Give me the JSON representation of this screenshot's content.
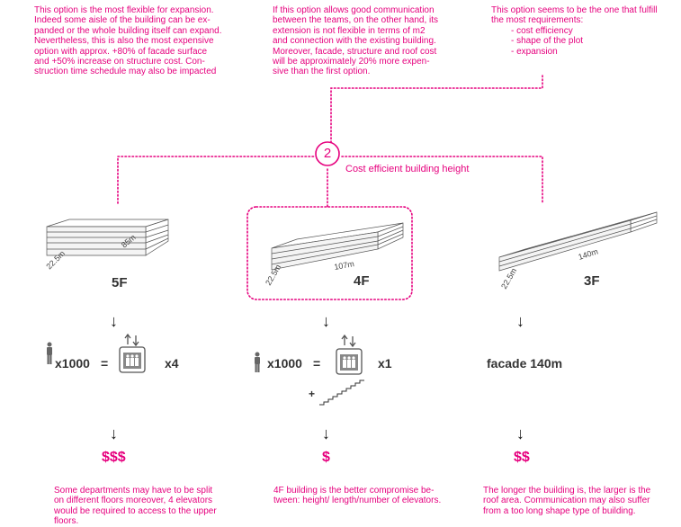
{
  "notes": {
    "top_left": [
      "This option is the most flexible for expansion.",
      "Indeed some aisle of the building can be ex-",
      "panded or the whole building itself can expand.",
      "Nevertheless, this is also the most expensive",
      "option with approx. +80% of facade surface",
      "and +50% increase on structure cost. Con-",
      "struction time schedule may also be impacted"
    ],
    "top_middle": [
      "If this option allows good communication",
      "between the teams, on the other hand, its",
      "extension is not flexible in terms of m2",
      "and connection with the existing building.",
      "Moreover, facade, structure and roof cost",
      "will be approximately 20% more expen-",
      "sive than the first option."
    ],
    "top_right_intro": [
      "This option seems to be the one that fulfill",
      "the most requirements:"
    ],
    "top_right_list": [
      "cost efficiency",
      "shape of the plot",
      "expansion"
    ]
  },
  "center": {
    "number": "2",
    "title": "Cost efficient building height"
  },
  "options": [
    {
      "length": "85m",
      "width": "22.5m",
      "floors": "5F",
      "occupancy": "x1000",
      "equals": "=",
      "elevators": "x4",
      "cost": "$$$",
      "description": [
        "Some departments may have to be split",
        "on different floors moreover, 4 elevators",
        "would be required to access to the upper",
        "floors."
      ]
    },
    {
      "length": "107m",
      "width": "22.5m",
      "floors": "4F",
      "occupancy": "x1000",
      "equals": "=",
      "elevators": "x1",
      "stairs_plus": "+",
      "cost": "$",
      "description": [
        "4F building is the better compromise be-",
        "tween: height/ length/number of elevators."
      ]
    },
    {
      "length": "140m",
      "width": "22.5m",
      "floors": "3F",
      "facade": "facade 140m",
      "cost": "$$",
      "description": [
        "The longer the building is, the larger is the",
        "roof area. Communication may also suffer",
        "from a too long shape type of building."
      ]
    }
  ],
  "arrow_glyph": "↓",
  "colors": {
    "accent": "#e6007e",
    "text": "#333333",
    "icon": "#555555"
  },
  "icons": [
    "person-icon",
    "elevator-icon",
    "stairs-icon"
  ]
}
